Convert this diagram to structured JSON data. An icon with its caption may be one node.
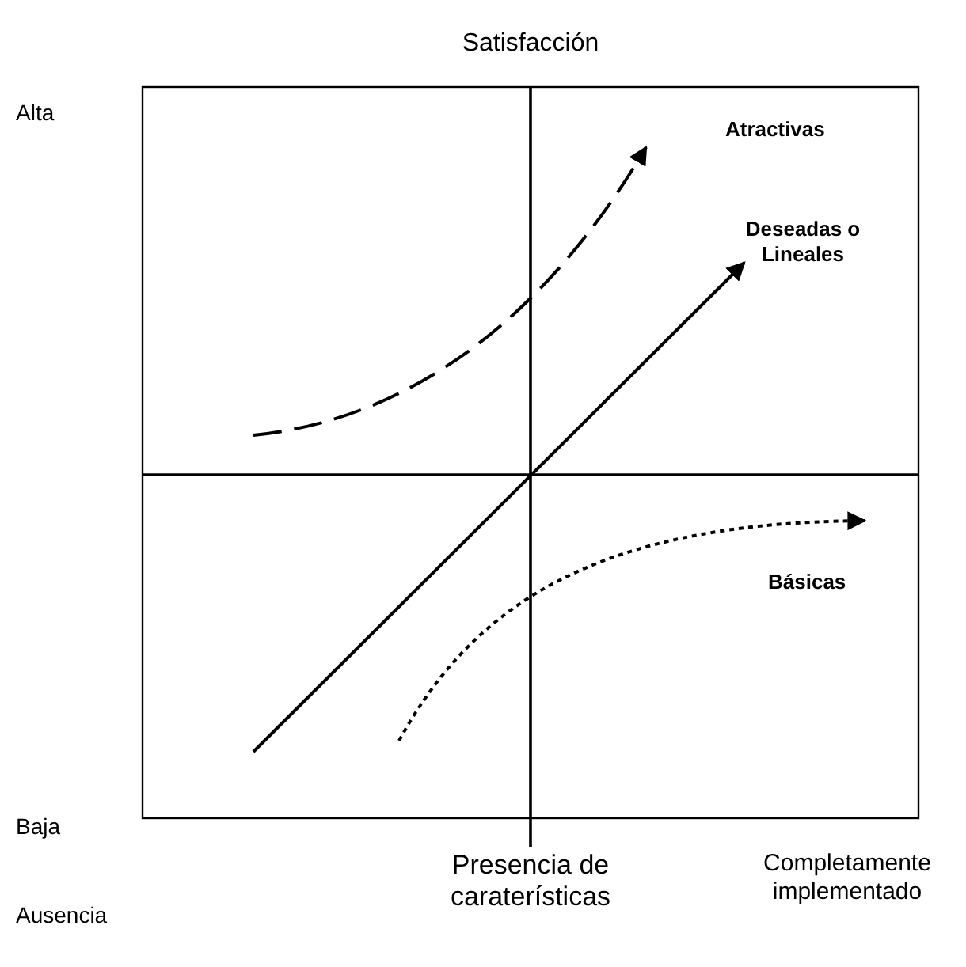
{
  "diagram": {
    "labels": [
      "Satisfacción",
      "Alta",
      "Atractivas",
      "Deseadas o Lineales",
      "Básicas",
      "Baja",
      "Ausencia",
      "Presencia de caraterísticas",
      "Completamente implementado"
    ]
  }
}
